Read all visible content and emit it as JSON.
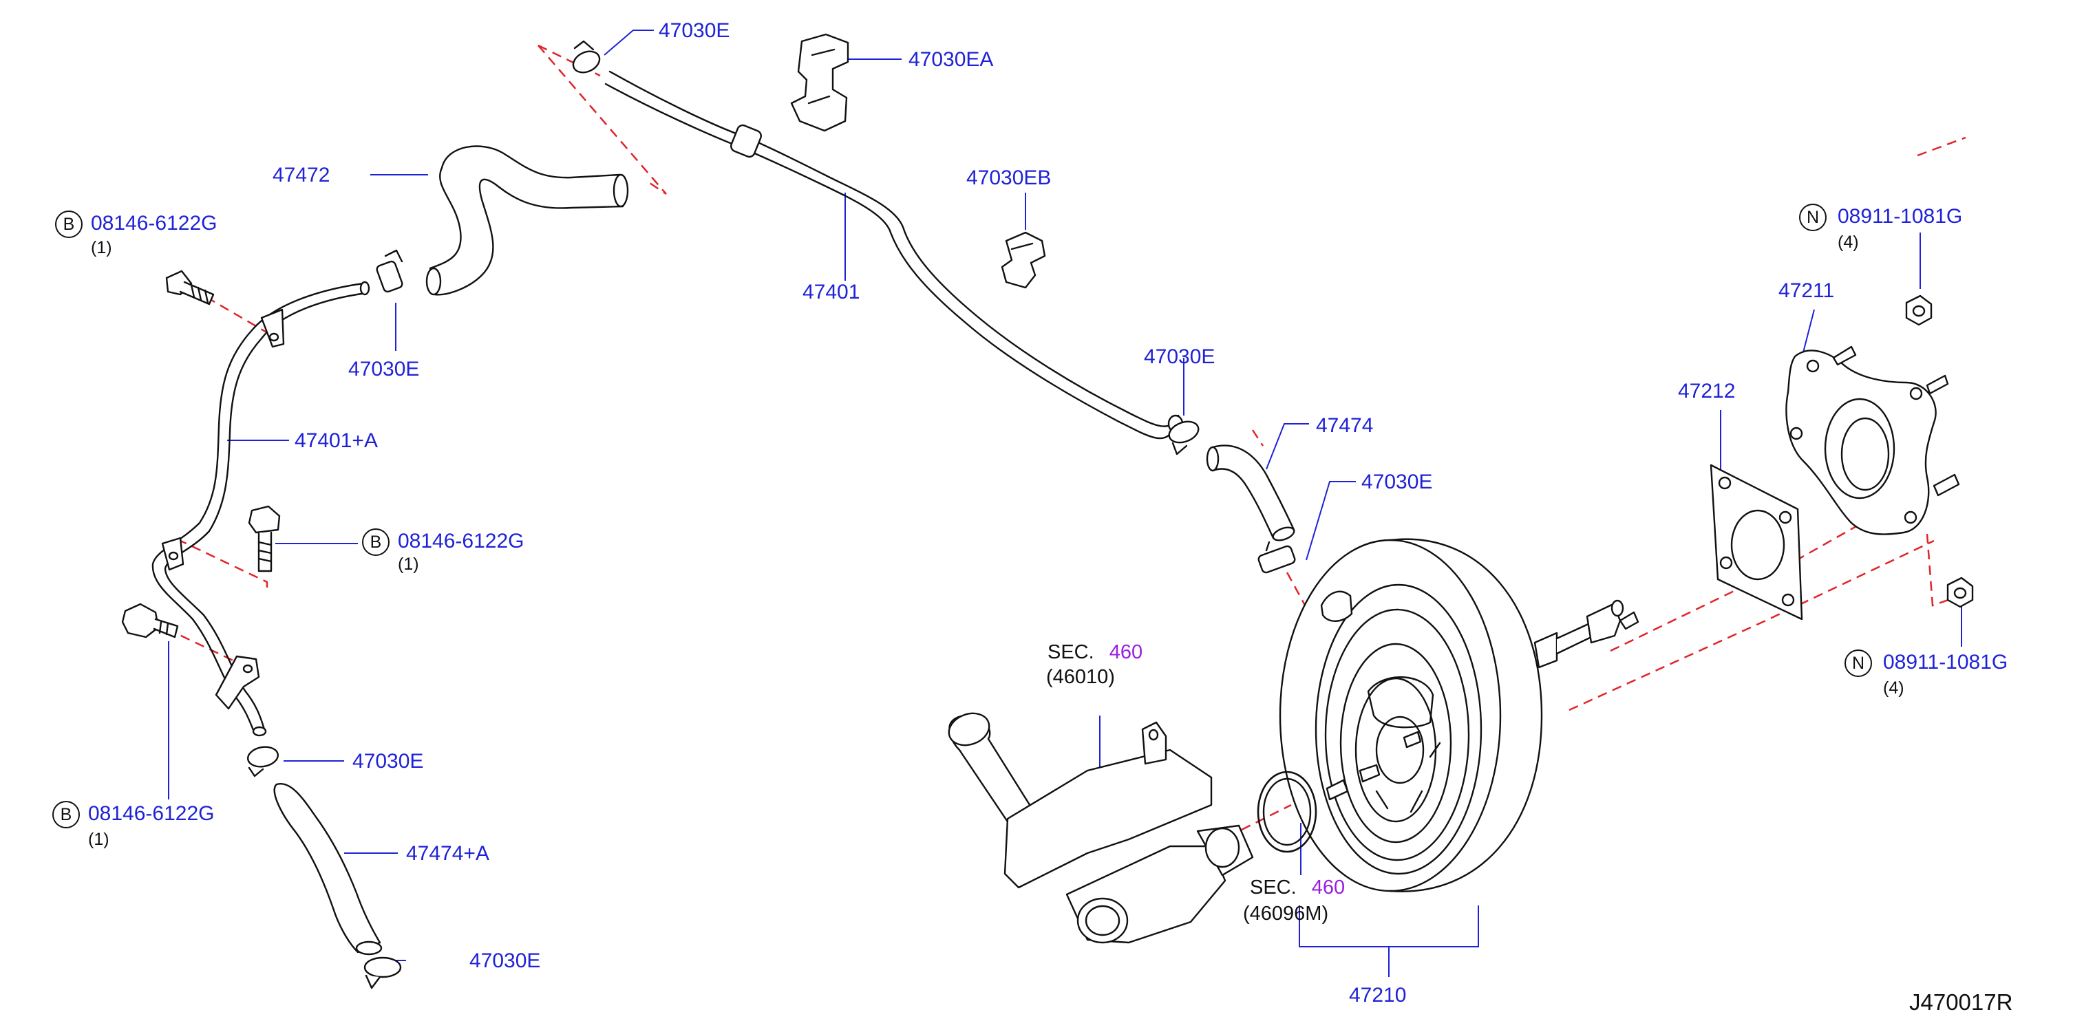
{
  "figure_id": "J470017R",
  "callouts": {
    "hose_47472": "47472",
    "clamp_top": "47030E",
    "clip_ea": "47030EA",
    "clip_eb": "47030EB",
    "tube_47401": "47401",
    "clamp_mid_left": "47030E",
    "tube_47401a": "47401+A",
    "clamp_right": "47030E",
    "hose_47474": "47474",
    "clamp_right2": "47030E",
    "clamp_lower_left": "47030E",
    "hose_47474a": "47474+A",
    "clamp_bottom": "47030E",
    "booster": "47210",
    "gasket_47212": "47212",
    "bracket_47211": "47211"
  },
  "bolts": [
    {
      "badge": "B",
      "part": "08146-6122G",
      "qty": "(1)"
    },
    {
      "badge": "B",
      "part": "08146-6122G",
      "qty": "(1)"
    },
    {
      "badge": "B",
      "part": "08146-6122G",
      "qty": "(1)"
    }
  ],
  "nuts": [
    {
      "badge": "N",
      "part": "08911-1081G",
      "qty": "(4)"
    },
    {
      "badge": "N",
      "part": "08911-1081G",
      "qty": "(4)"
    }
  ],
  "sections": [
    {
      "prefix": "SEC.",
      "num": "460",
      "sub": "(46010)"
    },
    {
      "prefix": "SEC.",
      "num": "460",
      "sub": "(46096M)"
    }
  ],
  "colors": {
    "callout_text": "#1f22d6",
    "section_ref": "#9a1ee0",
    "leader": "#1f22d6",
    "dash": "#e0242a",
    "ink": "#111111"
  }
}
